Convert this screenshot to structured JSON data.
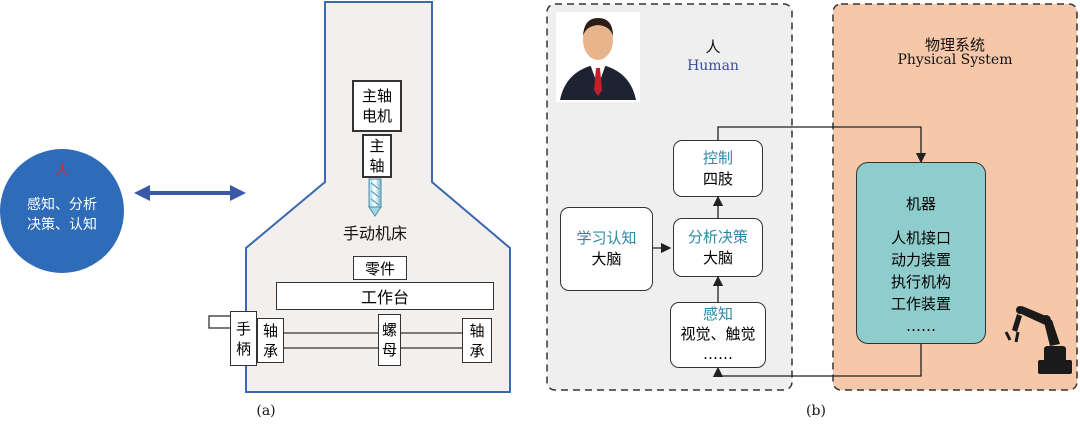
{
  "panel_a": {
    "person": {
      "title": "人",
      "line1": "感知、分析",
      "line2": "决策、认知"
    },
    "motor": "主轴\n电机",
    "spindle": "主轴",
    "machine_label": "手动机床",
    "part": "零件",
    "table": "工作台",
    "handle": "手\n柄",
    "bearing_left": "轴\n承",
    "nut": "螺\n母",
    "bearing_right": "轴\n承",
    "caption": "(a)"
  },
  "panel_b": {
    "human_cn": "人",
    "human_en": "Human",
    "physical_cn": "物理系统",
    "physical_en": "Physical System",
    "learn": {
      "title": "学习认知",
      "sub": "大脑"
    },
    "control": {
      "title": "控制",
      "sub": "四肢"
    },
    "analyze": {
      "title": "分析决策",
      "sub": "大脑"
    },
    "perceive": {
      "title": "感知",
      "sub": "视觉、触觉",
      "more": "……"
    },
    "machine": {
      "title": "机器",
      "items": [
        "人机接口",
        "动力装置",
        "执行机构",
        "工作装置",
        "……"
      ]
    },
    "caption": "(b)"
  },
  "colors": {
    "person_circle": "#2e6bb8",
    "arrow": "#3b58a8",
    "machine_fill": "#f7ece6",
    "machine_border": "#3a69b0",
    "physical_fill": "#f6c7a8",
    "machine_box": "#8fcccc",
    "accent_text": "#2a8aa6",
    "person_title": "#d8282b"
  }
}
